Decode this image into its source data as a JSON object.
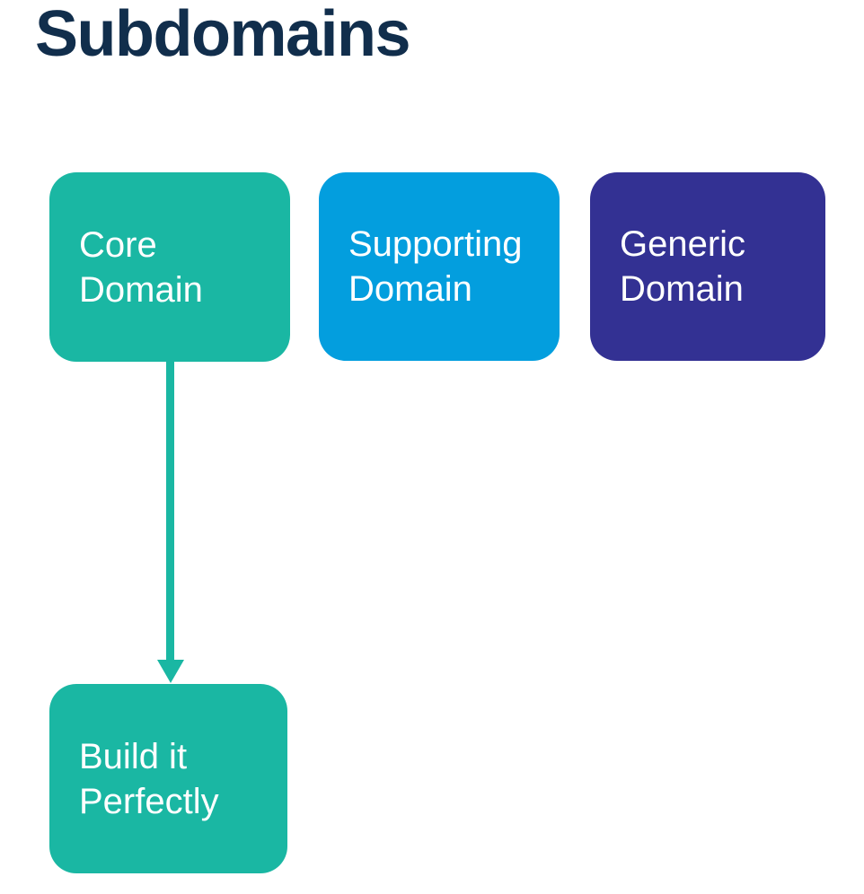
{
  "title": "Subdomains",
  "colors": {
    "background": "#ffffff",
    "title_text": "#112e4c",
    "node_text": "#ffffff",
    "teal": "#1ab7a3",
    "blue": "#039ede",
    "indigo": "#333193"
  },
  "nodes": {
    "core": {
      "label": "Core\nDomain",
      "color": "teal"
    },
    "supporting": {
      "label": "Supporting\nDomain",
      "color": "blue"
    },
    "generic": {
      "label": "Generic\nDomain",
      "color": "indigo"
    },
    "build": {
      "label": "Build it\nPerfectly",
      "color": "teal"
    }
  },
  "edges": [
    {
      "from": "core",
      "to": "build",
      "direction": "down",
      "color": "teal"
    }
  ]
}
